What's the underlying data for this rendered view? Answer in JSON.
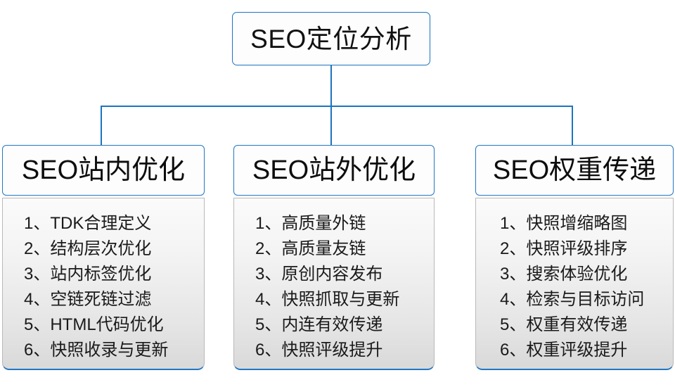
{
  "diagram": {
    "root": {
      "label": "SEO定位分析"
    },
    "columns": [
      {
        "header": "SEO站内优化",
        "items": [
          "1、TDK合理定义",
          "2、结构层次优化",
          "3、站内标签优化",
          "4、空链死链过滤",
          "5、HTML代码优化",
          "6、快照收录与更新"
        ]
      },
      {
        "header": "SEO站外优化",
        "items": [
          "1、高质量外链",
          "2、高质量友链",
          "3、原创内容发布",
          "4、快照抓取与更新",
          "5、内连有效传递",
          "6、快照评级提升"
        ]
      },
      {
        "header": "SEO权重传递",
        "items": [
          "1、快照增缩略图",
          "2、快照评级排序",
          "3、搜索体验优化",
          "4、检索与目标访问",
          "5、权重有效传递",
          "6、权重评级提升"
        ]
      }
    ],
    "colors": {
      "accent": "#1c74c0",
      "header_border": "#2277c4",
      "body_border": "#b9b9b9",
      "text": "#111111"
    }
  }
}
